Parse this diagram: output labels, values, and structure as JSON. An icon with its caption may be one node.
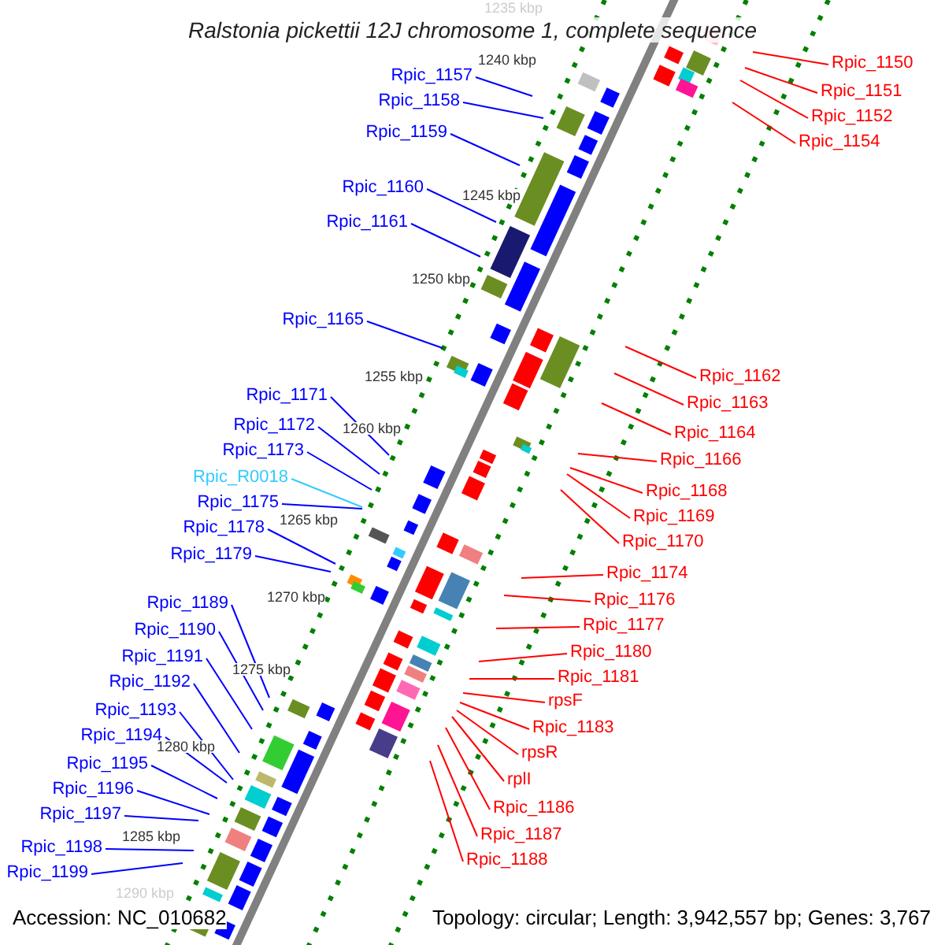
{
  "diagram": {
    "title": "Ralstonia pickettii 12J chromosome 1, complete sequence",
    "nodes": [
      {
        "text": [
          "Rpic_1157"
        ]
      },
      {
        "text": [
          "Rpic_1158"
        ]
      },
      {
        "text": [
          "Rpic_1159"
        ]
      },
      {
        "text": [
          "Rpic_1160"
        ]
      },
      {
        "text": [
          "Rpic_1161"
        ]
      },
      {
        "text": [
          "Rpic_1165"
        ]
      },
      {
        "text": [
          "Rpic_1171"
        ]
      },
      {
        "text": [
          "Rpic_1172"
        ]
      },
      {
        "text": [
          "Rpic_1173"
        ]
      },
      {
        "text": [
          "Rpic_R0018"
        ]
      },
      {
        "text": [
          "Rpic_1175"
        ]
      },
      {
        "text": [
          "Rpic_1178"
        ]
      },
      {
        "text": [
          "Rpic_1179"
        ]
      },
      {
        "text": [
          "Rpic_1189"
        ]
      },
      {
        "text": [
          "Rpic_1190"
        ]
      },
      {
        "text": [
          "Rpic_1191"
        ]
      },
      {
        "text": [
          "Rpic_1192"
        ]
      },
      {
        "text": [
          "Rpic_1193"
        ]
      },
      {
        "text": [
          "Rpic_1194"
        ]
      },
      {
        "text": [
          "Rpic_1195"
        ]
      },
      {
        "text": [
          "Rpic_1196"
        ]
      },
      {
        "text": [
          "Rpic_1197"
        ]
      },
      {
        "text": [
          "Rpic_1198"
        ]
      },
      {
        "text": [
          "Rpic_1199"
        ]
      },
      {
        "text": [
          "Rpic_1150"
        ]
      },
      {
        "text": [
          "Rpic_1151"
        ]
      },
      {
        "text": [
          "Rpic_1152"
        ]
      },
      {
        "text": [
          "Rpic_1154"
        ]
      },
      {
        "text": [
          "Rpic_1162"
        ]
      },
      {
        "text": [
          "Rpic_1163"
        ]
      },
      {
        "text": [
          "Rpic_1164"
        ]
      },
      {
        "text": [
          "Rpic_1166"
        ]
      },
      {
        "text": [
          "Rpic_1168"
        ]
      },
      {
        "text": [
          "Rpic_1169"
        ]
      },
      {
        "text": [
          "Rpic_1170"
        ]
      },
      {
        "text": [
          "Rpic_1174"
        ]
      },
      {
        "text": [
          "Rpic_1176"
        ]
      },
      {
        "text": [
          "Rpic_1177"
        ]
      },
      {
        "text": [
          "Rpic_1180"
        ]
      },
      {
        "text": [
          "Rpic_1181"
        ]
      },
      {
        "text": [
          "rpsF"
        ]
      },
      {
        "text": [
          "Rpic_1183"
        ]
      },
      {
        "text": [
          "rpsR"
        ]
      },
      {
        "text": [
          "rplI"
        ]
      },
      {
        "text": [
          "Rpic_1186"
        ]
      },
      {
        "text": [
          "Rpic_1187"
        ]
      },
      {
        "text": [
          "Rpic_1188"
        ]
      }
    ],
    "edges": [
      {
        "from": 0,
        "to": null,
        "arrow": "none"
      },
      {
        "from": 1,
        "to": null,
        "arrow": "none"
      },
      {
        "from": 2,
        "to": null,
        "arrow": "none"
      },
      {
        "from": 3,
        "to": null,
        "arrow": "none"
      },
      {
        "from": 4,
        "to": null,
        "arrow": "none"
      },
      {
        "from": 5,
        "to": null,
        "arrow": "none"
      },
      {
        "from": 6,
        "to": null,
        "arrow": "none"
      },
      {
        "from": 7,
        "to": null,
        "arrow": "none"
      },
      {
        "from": 8,
        "to": null,
        "arrow": "none"
      },
      {
        "from": 9,
        "to": null,
        "arrow": "none",
        "color": "#33ccff"
      },
      {
        "from": 10,
        "to": null,
        "arrow": "none"
      },
      {
        "from": 11,
        "to": null,
        "arrow": "none"
      },
      {
        "from": 12,
        "to": null,
        "arrow": "none"
      },
      {
        "from": 13,
        "to": null,
        "arrow": "none"
      },
      {
        "from": 14,
        "to": null,
        "arrow": "none"
      },
      {
        "from": 15,
        "to": null,
        "arrow": "none"
      },
      {
        "from": 16,
        "to": null,
        "arrow": "none"
      },
      {
        "from": 17,
        "to": null,
        "arrow": "none"
      },
      {
        "from": 18,
        "to": null,
        "arrow": "none"
      },
      {
        "from": 19,
        "to": null,
        "arrow": "none"
      },
      {
        "from": 20,
        "to": null,
        "arrow": "none"
      },
      {
        "from": 21,
        "to": null,
        "arrow": "none"
      },
      {
        "from": 22,
        "to": null,
        "arrow": "none"
      },
      {
        "from": 23,
        "to": null,
        "arrow": "none"
      },
      {
        "from": 24,
        "to": null,
        "arrow": "none",
        "color": "#ff0000"
      },
      {
        "from": 25,
        "to": null,
        "arrow": "none",
        "color": "#ff0000"
      },
      {
        "from": 26,
        "to": null,
        "arrow": "none",
        "color": "#ff0000"
      },
      {
        "from": 27,
        "to": null,
        "arrow": "none",
        "color": "#ff0000"
      },
      {
        "from": 28,
        "to": null,
        "arrow": "none",
        "color": "#ff0000"
      },
      {
        "from": 29,
        "to": null,
        "arrow": "none",
        "color": "#ff0000"
      },
      {
        "from": 30,
        "to": null,
        "arrow": "none",
        "color": "#ff0000"
      },
      {
        "from": 31,
        "to": null,
        "arrow": "none",
        "color": "#ff0000"
      },
      {
        "from": 32,
        "to": null,
        "arrow": "none",
        "color": "#ff0000"
      },
      {
        "from": 33,
        "to": null,
        "arrow": "none",
        "color": "#ff0000"
      },
      {
        "from": 34,
        "to": null,
        "arrow": "none",
        "color": "#ff0000"
      },
      {
        "from": 35,
        "to": null,
        "arrow": "none",
        "color": "#ff0000"
      },
      {
        "from": 36,
        "to": null,
        "arrow": "none",
        "color": "#ff0000"
      },
      {
        "from": 37,
        "to": null,
        "arrow": "none",
        "color": "#ff0000"
      },
      {
        "from": 38,
        "to": null,
        "arrow": "none",
        "color": "#ff0000"
      },
      {
        "from": 39,
        "to": null,
        "arrow": "none",
        "color": "#ff0000"
      },
      {
        "from": 40,
        "to": null,
        "arrow": "none",
        "color": "#ff0000"
      },
      {
        "from": 41,
        "to": null,
        "arrow": "none",
        "color": "#ff0000"
      },
      {
        "from": 42,
        "to": null,
        "arrow": "none",
        "color": "#ff0000"
      },
      {
        "from": 43,
        "to": null,
        "arrow": "none",
        "color": "#ff0000"
      },
      {
        "from": 44,
        "to": null,
        "arrow": "none",
        "color": "#ff0000"
      },
      {
        "from": 45,
        "to": null,
        "arrow": "none",
        "color": "#ff0000"
      },
      {
        "from": 46,
        "to": null,
        "arrow": "none",
        "color": "#ff0000"
      }
    ],
    "labels": [
      "1235 kbp",
      "1240 kbp",
      "1245 kbp",
      "1250 kbp",
      "1255 kbp",
      "1260 kbp",
      "1265 kbp",
      "1270 kbp",
      "1275 kbp",
      "1280 kbp",
      "1285 kbp",
      "1290 kbp",
      "Accession: NC_010682",
      "Topology: circular; Length: 3,942,557 bp; Genes: 3,767"
    ]
  }
}
